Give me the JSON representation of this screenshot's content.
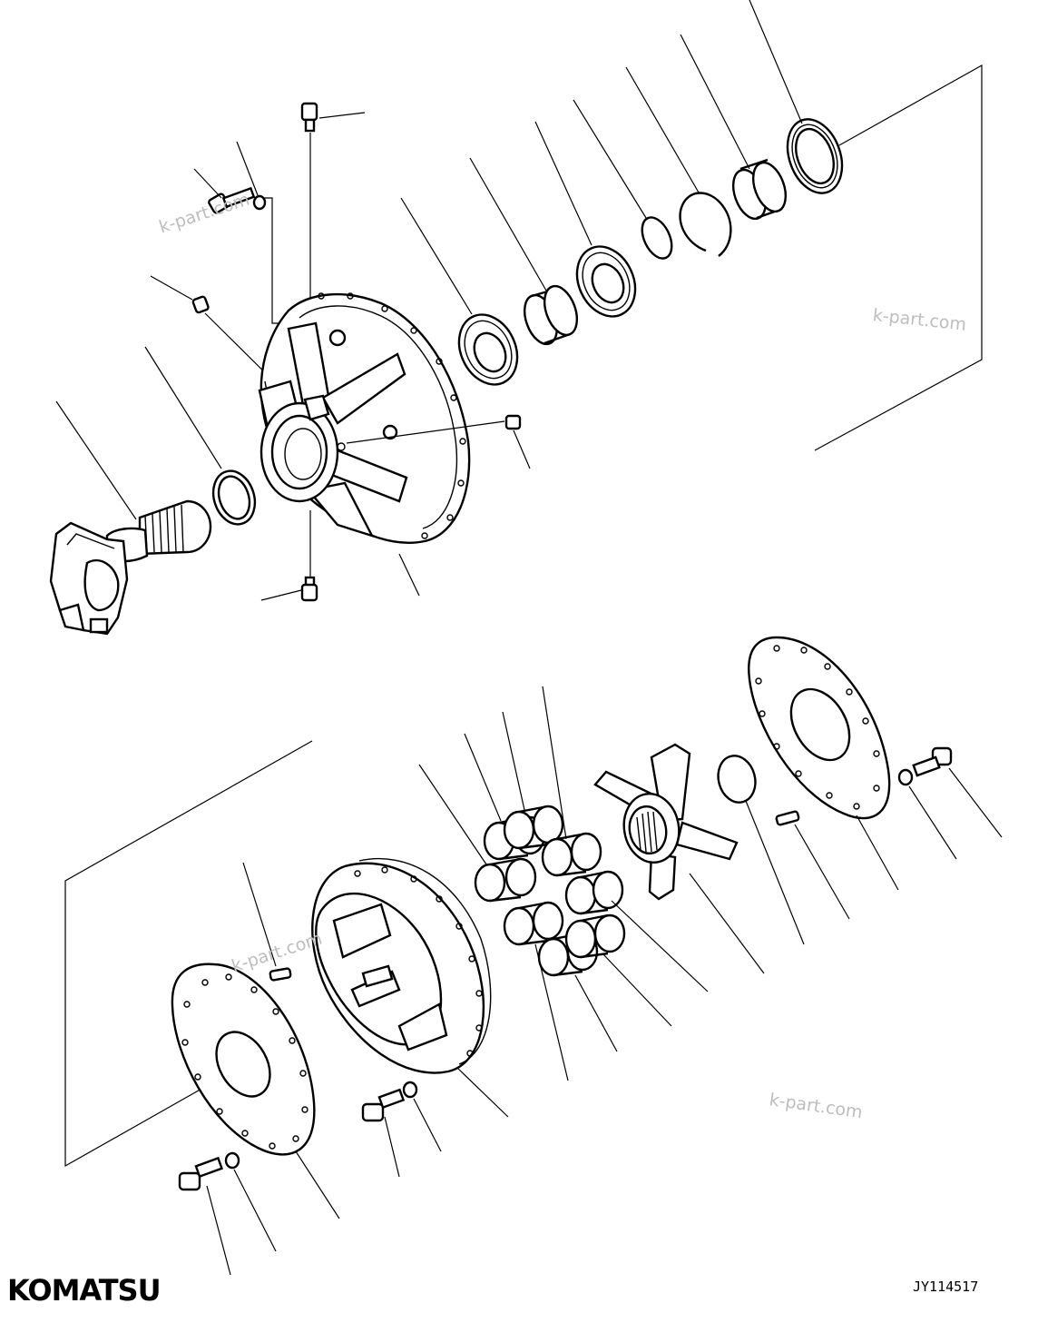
{
  "watermarks": [
    "k-part.com",
    "k-part.com",
    "k-part.com",
    "k-part.com"
  ],
  "brand_logo": "KOMATSU",
  "drawing_code": "JY114517",
  "colors": {
    "line": "#000000",
    "watermark": "#bdbdbd",
    "background": "#ffffff"
  }
}
